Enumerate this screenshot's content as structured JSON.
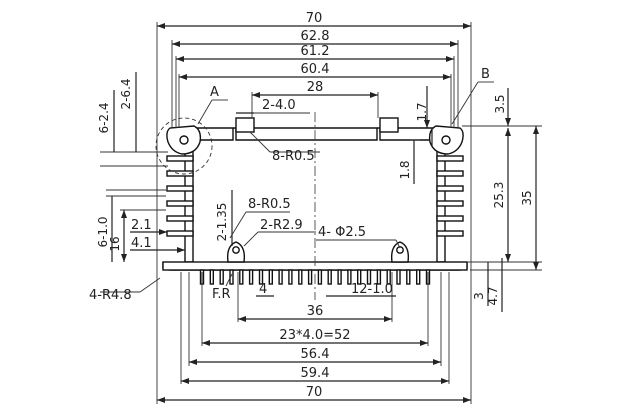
{
  "dimensions": {
    "overall_width_top": "70",
    "width_62_8": "62.8",
    "width_61_2": "61.2",
    "width_60_4": "60.4",
    "width_28": "28",
    "slots_2_4_0": "2-4.0",
    "radius_8_r0_5_top": "8-R0.5",
    "dim_1_7": "1.7",
    "dim_3_5": "3.5",
    "dim_1_8": "1.8",
    "height_25_3": "25.3",
    "height_35": "35",
    "dim_6_2_4": "6-2.4",
    "dim_2_6_4": "2-6.4",
    "dim_6_1_0": "6-1.0",
    "dim_16": "16",
    "dim_2_1": "2.1",
    "dim_4_1": "4.1",
    "dim_2_1_35": "2-1.35",
    "radius_8_r0_5_mid": "8-R0.5",
    "radius_2_r2_9": "2-R2.9",
    "holes_4_phi2_5": "4- Φ2.5",
    "corner_4_r4_8": "4-R4.8",
    "fillet_fr": "F.R",
    "fin_4": "4",
    "fin_width_36": "36",
    "fins_12_1_0": "12-1.0",
    "dim_3": "3",
    "dim_4_7": "4.7",
    "fin_pitch_23x4": "23*4.0=52",
    "width_56_4": "56.4",
    "width_59_4": "59.4",
    "overall_width_bottom": "70"
  },
  "callouts": {
    "detail_a": "A",
    "detail_b": "B"
  }
}
